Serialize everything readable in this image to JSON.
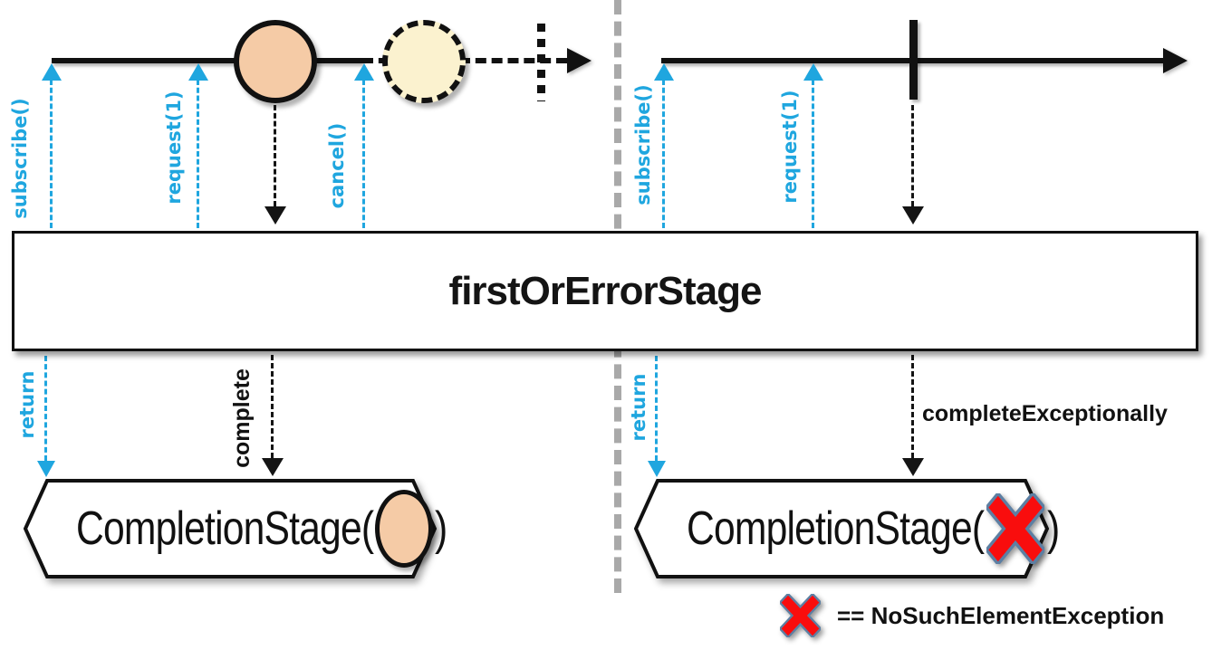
{
  "diagram": {
    "title": "firstOrErrorStage",
    "left": {
      "signals_top": [
        "subscribe()",
        "request(1)",
        "cancel()"
      ],
      "return_label": "return",
      "event_label": "complete",
      "result_prefix": "CompletionStage(",
      "result_suffix": ")",
      "icons": {
        "emitted_item": "filled-marble",
        "unconsumed_item": "dashed-ghost-marble",
        "stream_end": "dotted-terminator"
      }
    },
    "right": {
      "signals_top": [
        "subscribe()",
        "request(1)"
      ],
      "return_label": "return",
      "event_label": "completeExceptionally",
      "result_prefix": "CompletionStage(",
      "result_suffix": ")",
      "icons": {
        "complete_marker": "vertical-bar",
        "error_item": "red-x"
      }
    },
    "legend": {
      "text": "== NoSuchElementException",
      "icon": "red-x"
    },
    "colors": {
      "blue": "#1FA6DF",
      "marble_fill": "#F5CBA6",
      "ghost_fill": "#FBF2CF",
      "divider": "#A9A9A9",
      "error_red": "#F90D0D",
      "error_stroke": "#5C7FA3"
    }
  }
}
